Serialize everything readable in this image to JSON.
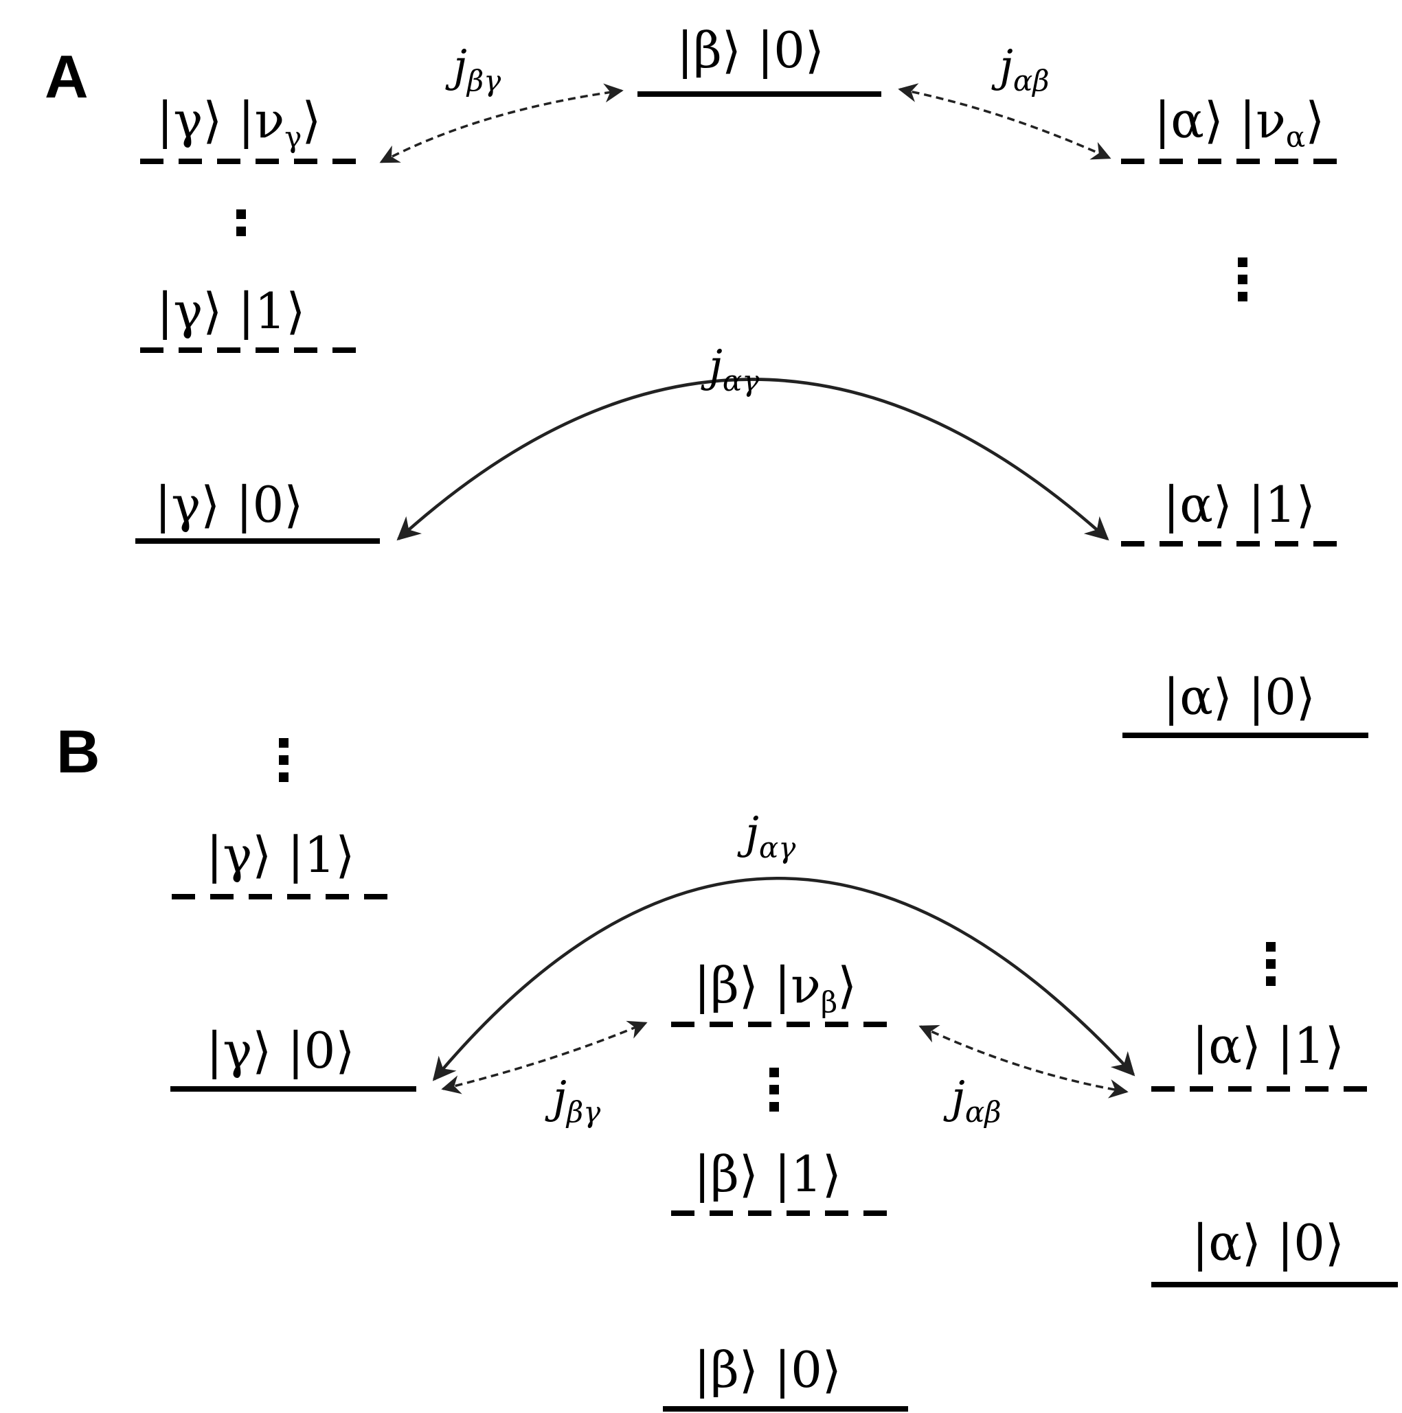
{
  "panels": [
    {
      "label": "A",
      "levels": [
        {
          "state": "|β⟩ |0⟩"
        },
        {
          "state": "|γ⟩ |ν",
          "state_sub": "γ",
          "state_tail": "⟩"
        },
        {
          "state": "|γ⟩ |1⟩"
        },
        {
          "state": "|γ⟩ |0⟩"
        },
        {
          "state": "|α⟩ |ν",
          "state_sub": "α",
          "state_tail": "⟩"
        },
        {
          "state": "|α⟩ |1⟩"
        },
        {
          "state": "|α⟩ |0⟩"
        }
      ],
      "couplings": [
        {
          "symbol": "j",
          "sub": "βγ"
        },
        {
          "symbol": "j",
          "sub": "αβ"
        },
        {
          "symbol": "j",
          "sub": "αγ"
        }
      ]
    },
    {
      "label": "B",
      "levels": [
        {
          "state": "|γ⟩ |1⟩"
        },
        {
          "state": "|γ⟩ |0⟩"
        },
        {
          "state": "|β⟩ |ν",
          "state_sub": "β",
          "state_tail": "⟩"
        },
        {
          "state": "|β⟩ |1⟩"
        },
        {
          "state": "|β⟩ |0⟩"
        },
        {
          "state": "|α⟩ |1⟩"
        },
        {
          "state": "|α⟩ |0⟩"
        }
      ],
      "couplings": [
        {
          "symbol": "j",
          "sub": "αγ"
        },
        {
          "symbol": "j",
          "sub": "βγ"
        },
        {
          "symbol": "j",
          "sub": "αβ"
        }
      ]
    }
  ],
  "colors": {
    "lines": "#000000",
    "arrows": "#222222"
  }
}
